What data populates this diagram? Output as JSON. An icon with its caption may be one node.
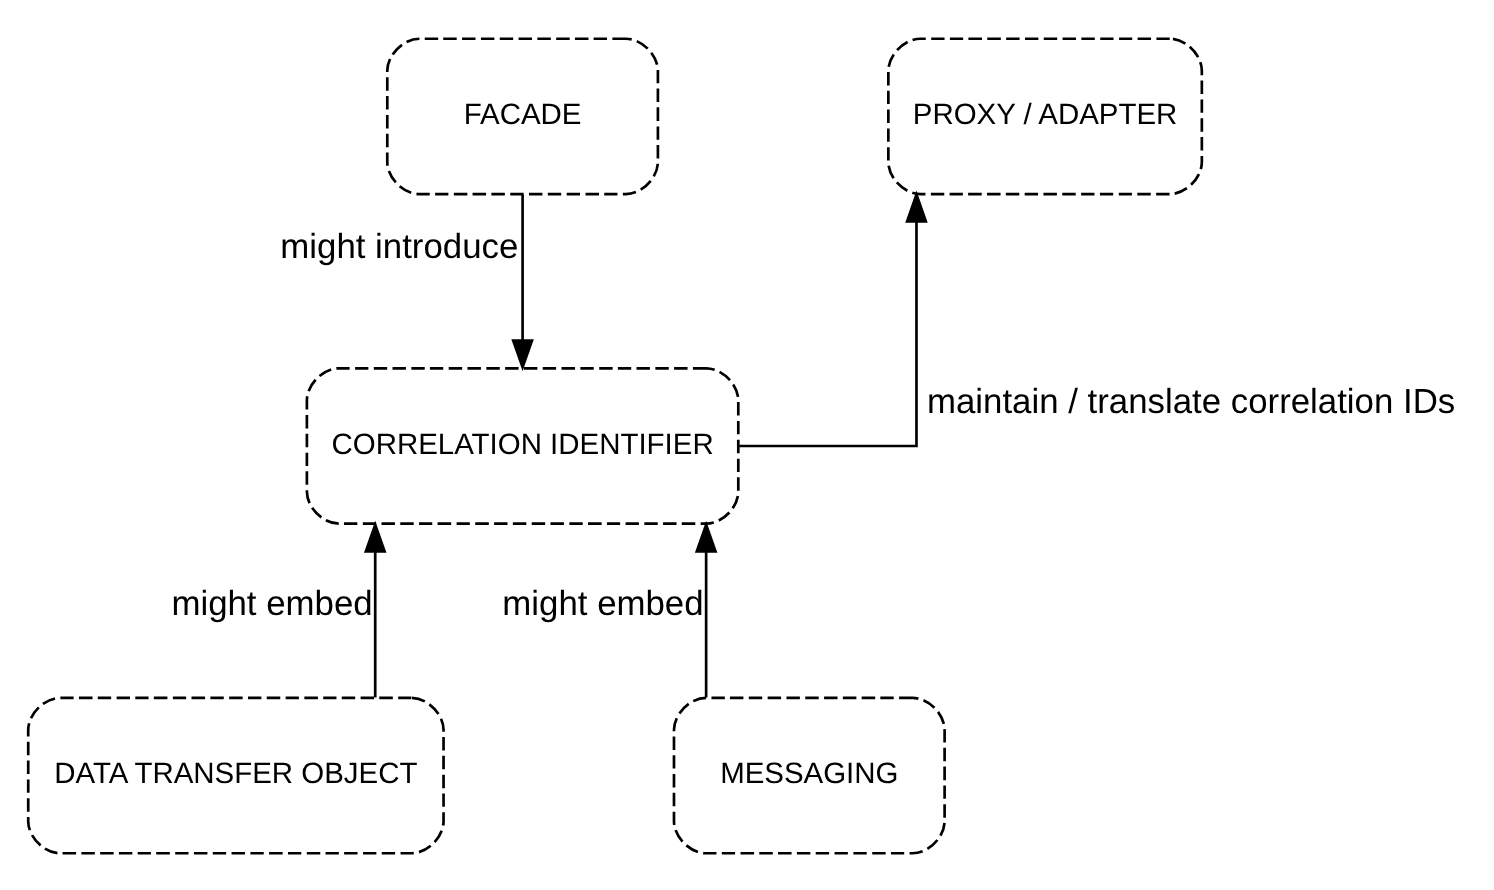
{
  "diagram": {
    "nodes": [
      {
        "text": [
          "FACADE"
        ]
      },
      {
        "text": [
          "PROXY / ADAPTER"
        ]
      },
      {
        "text": [
          "CORRELATION IDENTIFIER"
        ]
      },
      {
        "text": [
          "DATA TRANSFER OBJECT"
        ]
      },
      {
        "text": [
          "MESSAGING"
        ]
      }
    ],
    "edges": [
      {
        "from": 0,
        "to": 2,
        "arrow": "to",
        "label": "might introduce"
      },
      {
        "from": 2,
        "to": 1,
        "arrow": "to",
        "label": "maintain / translate correlation IDs"
      },
      {
        "from": 3,
        "to": 2,
        "arrow": "to",
        "label": "might embed"
      },
      {
        "from": 4,
        "to": 2,
        "arrow": "to",
        "label": "might embed"
      }
    ]
  }
}
